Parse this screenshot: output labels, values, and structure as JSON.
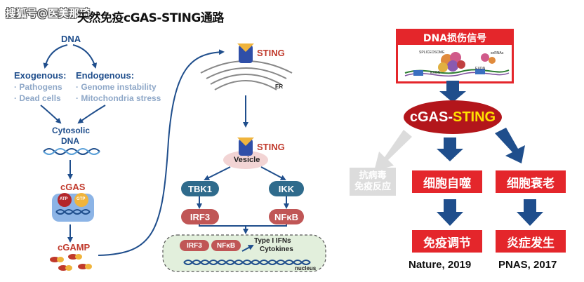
{
  "watermark": "搜狐号@医美那琦",
  "left_panel": {
    "title": "天然免疫cGAS-STING通路",
    "dna": "DNA",
    "exogenous": {
      "heading": "Exogenous:",
      "items": [
        "· Pathogens",
        "· Dead cells"
      ]
    },
    "endogenous": {
      "heading": "Endogenous:",
      "items": [
        "· Genome instability",
        "· Mitochondria stress"
      ]
    },
    "cytosolic": "Cytosolic",
    "cyto_dna": "DNA",
    "cgas": "cGAS",
    "atp": "ATP",
    "gtp": "GTP",
    "cgamp": "cGAMP",
    "sting_top": "STING",
    "er": "ER",
    "sting_vesicle": "STING",
    "vesicle": "Vesicle",
    "tbk1": "TBK1",
    "ikk": "IKK",
    "irf3": "IRF3",
    "nfkb": "NFκB",
    "nucleus_irf3": "IRF3",
    "nucleus_nfkb": "NFκB",
    "type1": "Type I IFNs",
    "cytokines": "Cytokines",
    "nucleus": "nucleus"
  },
  "right_panel": {
    "damage_box": "DNA损伤信号",
    "image_labels": [
      "SPLICEOSOME",
      "EXON",
      "EXON",
      "snRNAs"
    ],
    "cgas_sting_prefix": "cGAS-",
    "cgas_sting_suffix": "STING",
    "antiviral_line1": "抗病毒",
    "antiviral_line2": "免疫反应",
    "autophagy": "细胞自噬",
    "senescence": "细胞衰老",
    "immune": "免疫调节",
    "inflammation": "炎症发生",
    "cite1": "Nature, 2019",
    "cite2": "PNAS, 2017"
  },
  "colors": {
    "navy": "#1f4e8c",
    "red": "#e4262b",
    "yellow": "#ffe000",
    "dark_red": "#b3161b",
    "grey_blue": "#8fa8c8"
  }
}
